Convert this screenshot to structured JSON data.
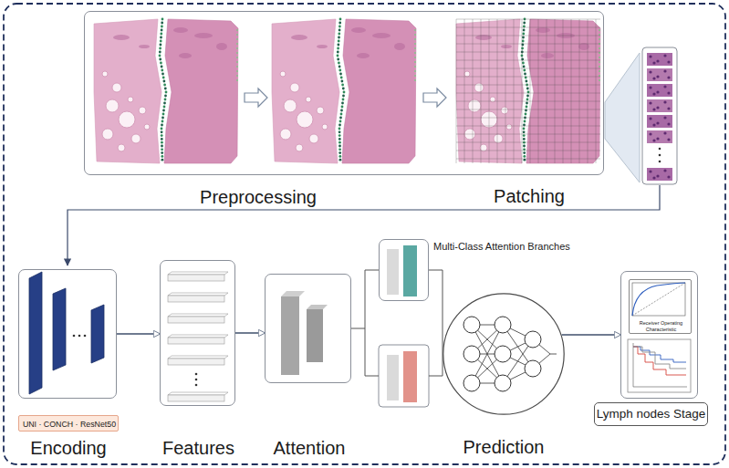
{
  "diagram": {
    "nodes": [
      {
        "text": [
          "Preprocessing"
        ]
      },
      {
        "text": [
          "Encoding"
        ]
      },
      {
        "text": [
          "UNI · CONCH · ResNet50"
        ]
      },
      {
        "text": [
          "Features"
        ]
      },
      {
        "text": [
          "Attention"
        ]
      },
      {
        "text": [
          "Multi-Class Attention Branches"
        ]
      },
      {
        "text": [
          "Prediction"
        ]
      },
      {
        "text": [
          "Lymph nodes Stage"
        ]
      },
      {
        "text": [
          "Receiver Operating Characteristic"
        ],
        "in": 7
      }
    ],
    "edges": [
      {
        "from": 1,
        "to": 3,
        "arrow": "to"
      },
      {
        "from": 3,
        "to": 4,
        "arrow": "to"
      },
      {
        "from": 4,
        "to": 5,
        "arrow": "none"
      },
      {
        "from": 5,
        "to": 6,
        "arrow": "none"
      },
      {
        "from": 6,
        "to": 7,
        "arrow": "to"
      }
    ],
    "labels": [
      "Patching"
    ]
  }
}
